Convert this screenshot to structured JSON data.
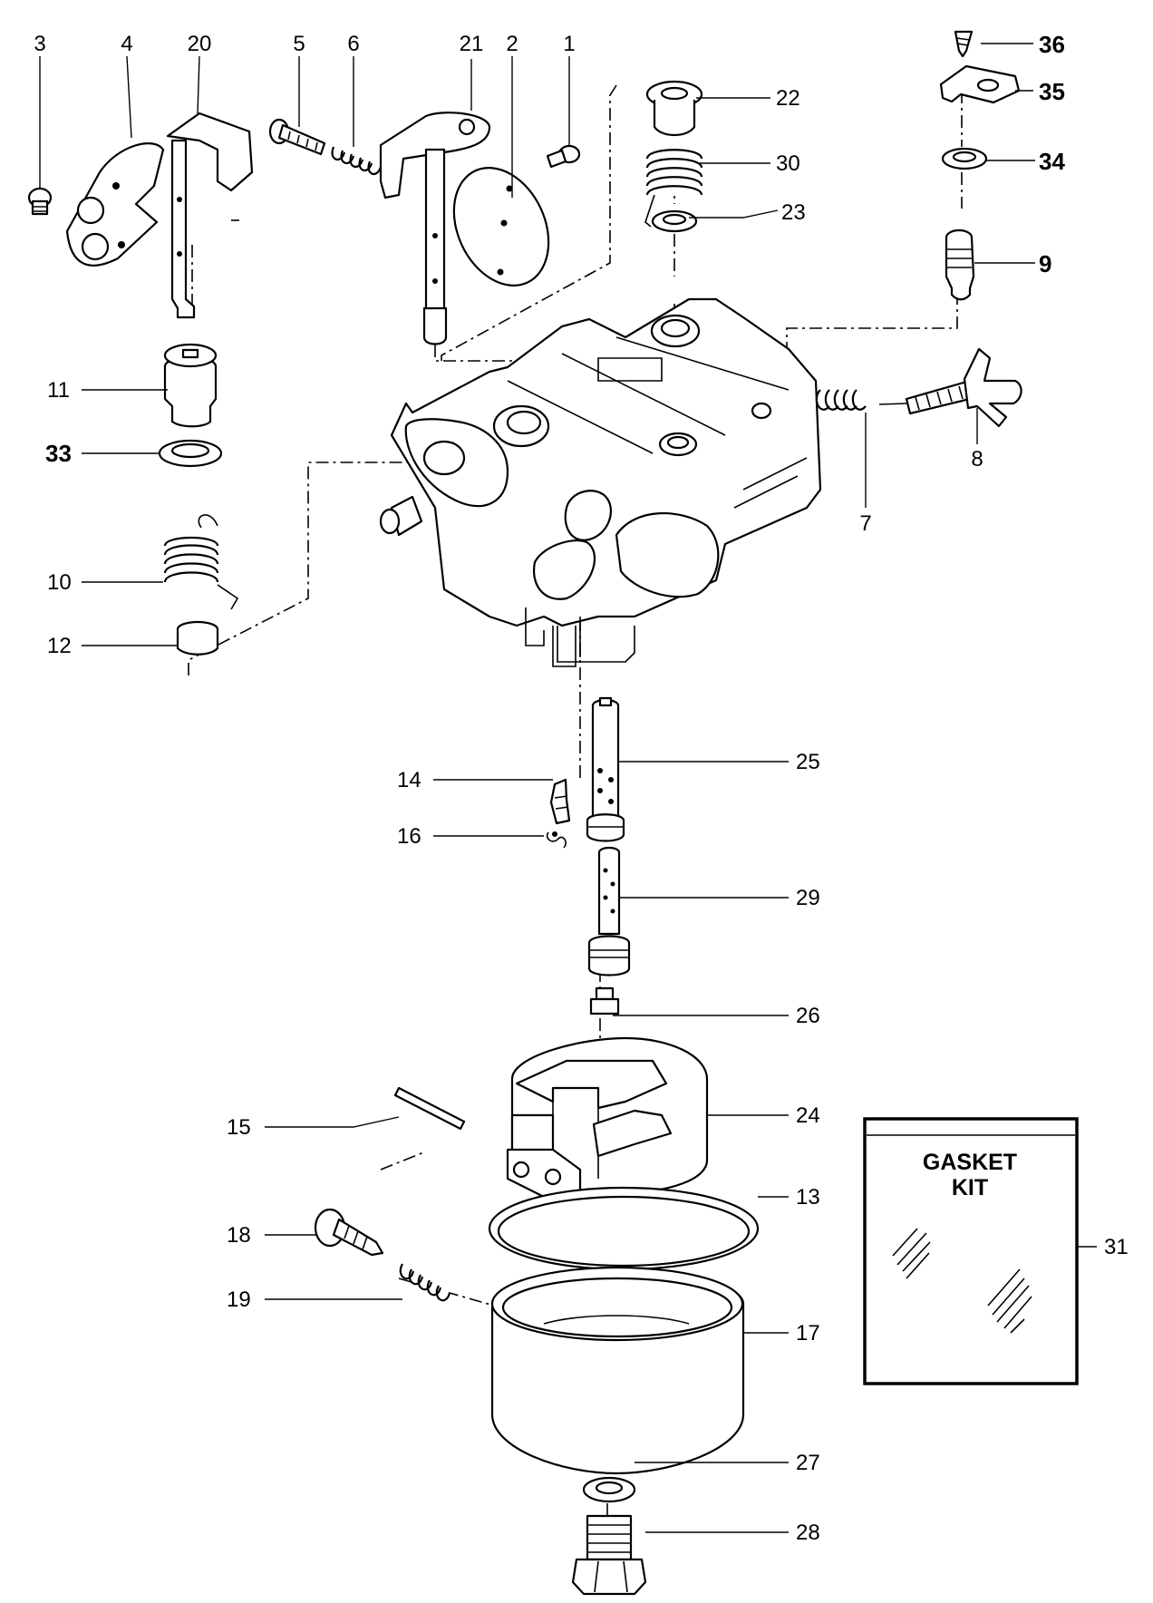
{
  "labels": {
    "l1": "1",
    "l2": "2",
    "l3": "3",
    "l4": "4",
    "l5": "5",
    "l6": "6",
    "l7": "7",
    "l8": "8",
    "l9": "9",
    "l10": "10",
    "l11": "11",
    "l12": "12",
    "l13": "13",
    "l14": "14",
    "l15": "15",
    "l16": "16",
    "l17": "17",
    "l18": "18",
    "l19": "19",
    "l20": "20",
    "l21": "21",
    "l22": "22",
    "l23": "23",
    "l24": "24",
    "l25": "25",
    "l26": "26",
    "l27": "27",
    "l28": "28",
    "l29": "29",
    "l30": "30",
    "l31": "31",
    "l33": "33",
    "l34": "34",
    "l35": "35",
    "l36": "36"
  },
  "gasket_kit": {
    "line1": "GASKET",
    "line2": "KIT"
  }
}
